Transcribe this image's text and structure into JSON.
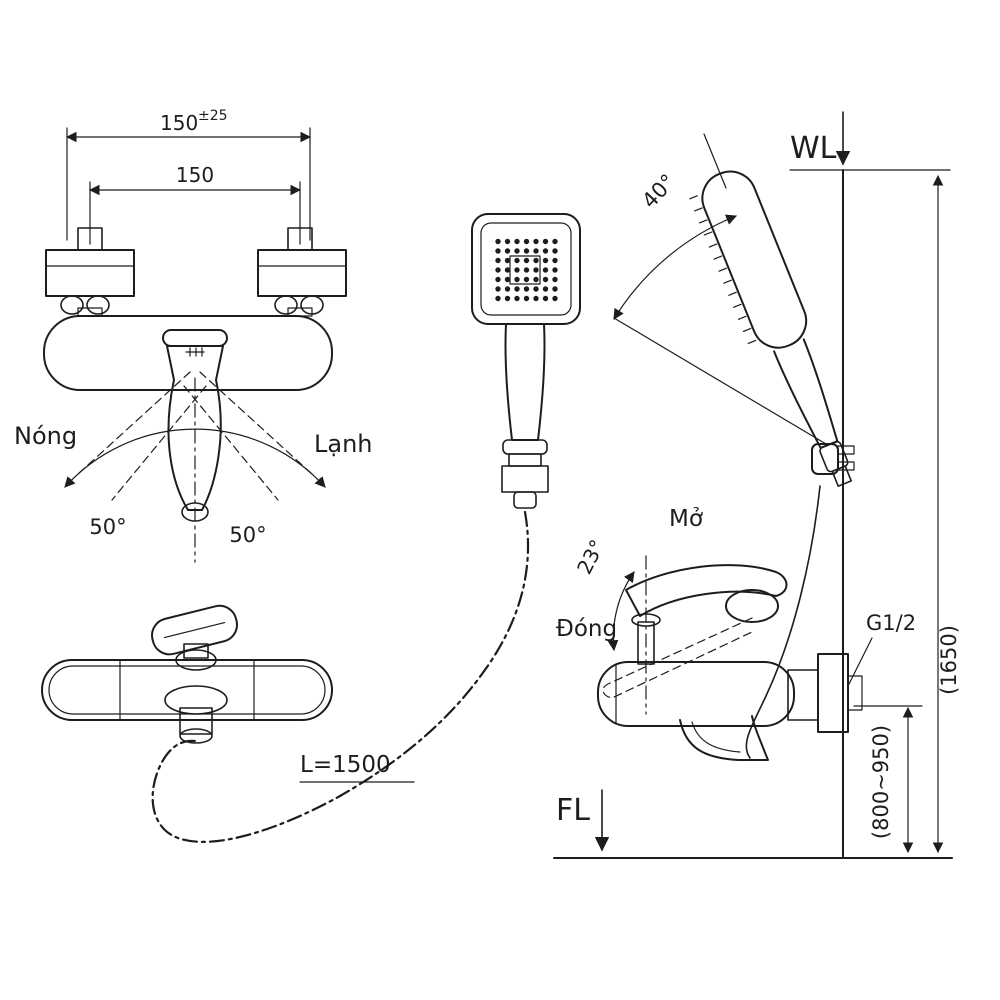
{
  "colors": {
    "line": "#1d1d1d",
    "background": "#ffffff"
  },
  "labels": {
    "width_tolerance_base": "150",
    "width_tolerance_sup": "±25",
    "width": "150",
    "hot": "Nóng",
    "cold": "Lạnh",
    "swing_left": "50°",
    "swing_right": "50°",
    "holder_angle": "40°",
    "water_line": "WL",
    "open": "Mở",
    "lever_angle": "23°",
    "close": "Đóng",
    "thread_size": "G1/2",
    "total_height": "(1650)",
    "mount_height": "(800~950)",
    "hose_length": "L=1500",
    "floor_line": "FL"
  }
}
